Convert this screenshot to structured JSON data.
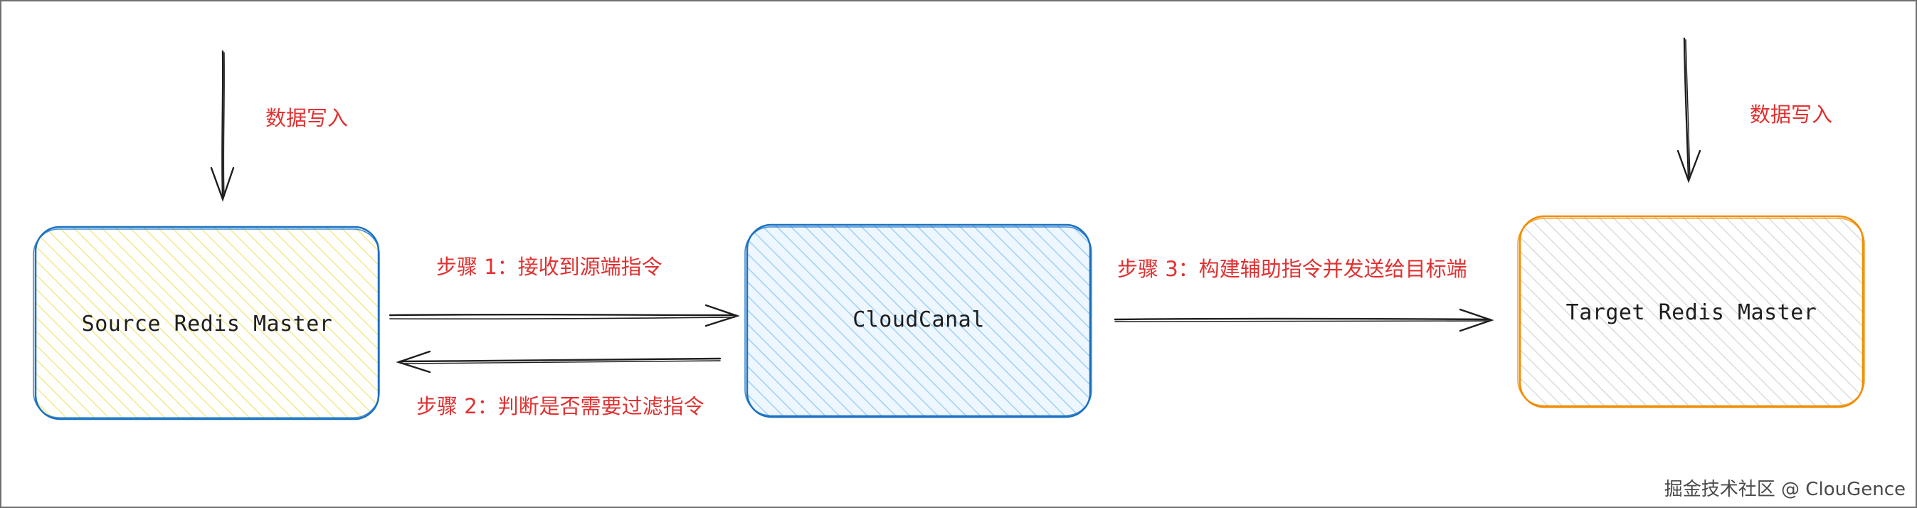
{
  "nodes": {
    "source": {
      "label": "Source Redis Master",
      "fill": "#fff9db",
      "stroke": "#1971c2"
    },
    "cloudcanal": {
      "label": "CloudCanal",
      "fill": "#a5d8ff",
      "stroke": "#1971c2"
    },
    "target": {
      "label": "Target Redis Master",
      "fill": "#e9ecef",
      "stroke": "#f08c00"
    }
  },
  "edges": {
    "step1": "步骤 1：接收到源端指令",
    "step2": "步骤 2：判断是否需要过滤指令",
    "step3": "步骤 3：构建辅助指令并发送给目标端",
    "write_source": "数据写入",
    "write_target": "数据写入"
  },
  "colors": {
    "annotation": "#e03131",
    "arrow": "#1e1e1e"
  },
  "watermark": "掘金技术社区 @ ClouGence"
}
